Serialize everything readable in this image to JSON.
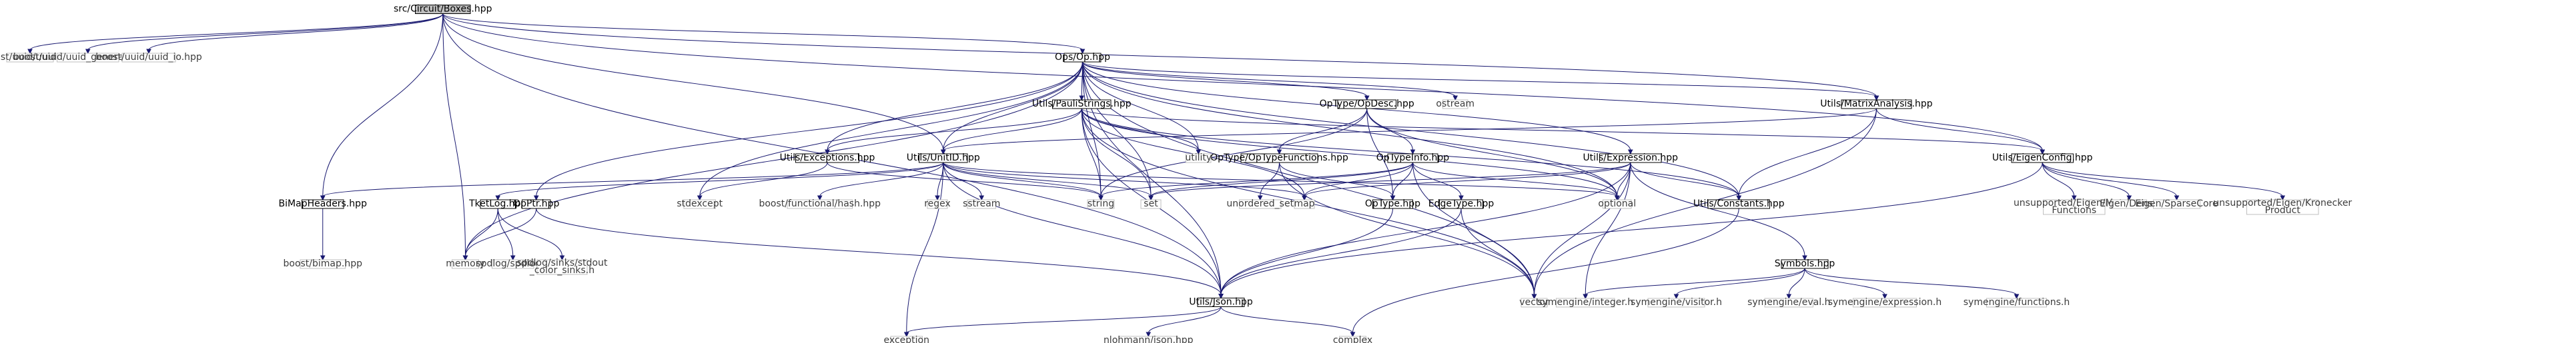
{
  "graph": {
    "colors": {
      "edge": "#191970",
      "root_fill": "#bfbfbf",
      "external_border": "#bfbfbf",
      "internal_border": "#000000"
    },
    "nodes": [
      {
        "id": "boxes",
        "label": [
          "src/Circuit/Boxes.hpp"
        ],
        "kind": "root"
      },
      {
        "id": "uuid",
        "label": [
          "boost/uuid/uuid.hpp"
        ],
        "kind": "external"
      },
      {
        "id": "uuidgen",
        "label": [
          "boost/uuid/uuid_generators.hpp"
        ],
        "kind": "external"
      },
      {
        "id": "uuidio",
        "label": [
          "boost/uuid/uuid_io.hpp"
        ],
        "kind": "external"
      },
      {
        "id": "op",
        "label": [
          "Ops/Op.hpp"
        ],
        "kind": "internal"
      },
      {
        "id": "bimapheaders",
        "label": [
          "BiMapHeaders.hpp"
        ],
        "kind": "internal"
      },
      {
        "id": "memory",
        "label": [
          "memory"
        ],
        "kind": "external"
      },
      {
        "id": "json",
        "label": [
          "Utils/Json.hpp"
        ],
        "kind": "internal"
      },
      {
        "id": "unitid",
        "label": [
          "Utils/UnitID.hpp"
        ],
        "kind": "internal"
      },
      {
        "id": "eigenconfig",
        "label": [
          "Utils/EigenConfig.hpp"
        ],
        "kind": "internal"
      },
      {
        "id": "paulistrings",
        "label": [
          "Utils/PauliStrings.hpp"
        ],
        "kind": "internal"
      },
      {
        "id": "opdesc",
        "label": [
          "OpType/OpDesc.hpp"
        ],
        "kind": "internal"
      },
      {
        "id": "ostream",
        "label": [
          "ostream"
        ],
        "kind": "external"
      },
      {
        "id": "matrixanalysis",
        "label": [
          "Utils/MatrixAnalysis.hpp"
        ],
        "kind": "internal"
      },
      {
        "id": "exceptions",
        "label": [
          "Utils/Exceptions.hpp"
        ],
        "kind": "internal"
      },
      {
        "id": "optypefunctions",
        "label": [
          "OpType/OpTypeFunctions.hpp"
        ],
        "kind": "internal"
      },
      {
        "id": "optypeinfo",
        "label": [
          "OpTypeInfo.hpp"
        ],
        "kind": "internal"
      },
      {
        "id": "expression",
        "label": [
          "Utils/Expression.hpp"
        ],
        "kind": "internal"
      },
      {
        "id": "utility",
        "label": [
          "utility"
        ],
        "kind": "external"
      },
      {
        "id": "tketlog",
        "label": [
          "TketLog.hpp"
        ],
        "kind": "internal"
      },
      {
        "id": "opptr",
        "label": [
          "OpPtr.hpp"
        ],
        "kind": "internal"
      },
      {
        "id": "stdexcept",
        "label": [
          "stdexcept"
        ],
        "kind": "external"
      },
      {
        "id": "boosthash",
        "label": [
          "boost/functional/hash.hpp"
        ],
        "kind": "external"
      },
      {
        "id": "regex",
        "label": [
          "regex"
        ],
        "kind": "external"
      },
      {
        "id": "sstream",
        "label": [
          "sstream"
        ],
        "kind": "external"
      },
      {
        "id": "string",
        "label": [
          "string"
        ],
        "kind": "external"
      },
      {
        "id": "set",
        "label": [
          "set"
        ],
        "kind": "external"
      },
      {
        "id": "map",
        "label": [
          "map"
        ],
        "kind": "external"
      },
      {
        "id": "unordered_set",
        "label": [
          "unordered_set"
        ],
        "kind": "external"
      },
      {
        "id": "optype",
        "label": [
          "OpType.hpp"
        ],
        "kind": "internal"
      },
      {
        "id": "edgetype",
        "label": [
          "EdgeType.hpp"
        ],
        "kind": "internal"
      },
      {
        "id": "optional",
        "label": [
          "optional"
        ],
        "kind": "external"
      },
      {
        "id": "constants",
        "label": [
          "Utils/Constants.hpp"
        ],
        "kind": "internal"
      },
      {
        "id": "symbols",
        "label": [
          "Symbols.hpp"
        ],
        "kind": "internal"
      },
      {
        "id": "vector",
        "label": [
          "vector"
        ],
        "kind": "external"
      },
      {
        "id": "eigenmatrixfunctions",
        "label": [
          "unsupported/Eigen/Matrix",
          "Functions"
        ],
        "kind": "external"
      },
      {
        "id": "eigendense",
        "label": [
          "Eigen/Dense"
        ],
        "kind": "external"
      },
      {
        "id": "eigensparse",
        "label": [
          "Eigen/SparseCore"
        ],
        "kind": "external"
      },
      {
        "id": "eigenkronecker",
        "label": [
          "unsupported/Eigen/Kronecker",
          "Product"
        ],
        "kind": "external"
      },
      {
        "id": "bimap",
        "label": [
          "boost/bimap.hpp"
        ],
        "kind": "external"
      },
      {
        "id": "spdlog",
        "label": [
          "spdlog/spdlog.h"
        ],
        "kind": "external"
      },
      {
        "id": "spdlogsinks",
        "label": [
          "spdlog/sinks/stdout",
          "_color_sinks.h"
        ],
        "kind": "external"
      },
      {
        "id": "symintegerh",
        "label": [
          "symengine/integer.h"
        ],
        "kind": "external"
      },
      {
        "id": "symvisitor",
        "label": [
          "symengine/visitor.h"
        ],
        "kind": "external"
      },
      {
        "id": "symeval",
        "label": [
          "symengine/eval.h"
        ],
        "kind": "external"
      },
      {
        "id": "symexpression",
        "label": [
          "symengine/expression.h"
        ],
        "kind": "external"
      },
      {
        "id": "symfunctions",
        "label": [
          "symengine/functions.h"
        ],
        "kind": "external"
      },
      {
        "id": "exception",
        "label": [
          "exception"
        ],
        "kind": "external"
      },
      {
        "id": "nlohmann",
        "label": [
          "nlohmann/json.hpp"
        ],
        "kind": "external"
      },
      {
        "id": "complex",
        "label": [
          "complex"
        ],
        "kind": "external"
      }
    ],
    "edges": [
      [
        "boxes",
        "uuid"
      ],
      [
        "boxes",
        "uuidgen"
      ],
      [
        "boxes",
        "uuidio"
      ],
      [
        "boxes",
        "op"
      ],
      [
        "boxes",
        "bimapheaders"
      ],
      [
        "boxes",
        "memory"
      ],
      [
        "boxes",
        "json"
      ],
      [
        "boxes",
        "unitid"
      ],
      [
        "boxes",
        "eigenconfig"
      ],
      [
        "boxes",
        "matrixanalysis"
      ],
      [
        "op",
        "paulistrings"
      ],
      [
        "op",
        "opdesc"
      ],
      [
        "op",
        "ostream"
      ],
      [
        "op",
        "matrixanalysis"
      ],
      [
        "op",
        "exceptions"
      ],
      [
        "op",
        "unitid"
      ],
      [
        "op",
        "expression"
      ],
      [
        "op",
        "utility"
      ],
      [
        "op",
        "memory"
      ],
      [
        "op",
        "opptr"
      ],
      [
        "op",
        "json"
      ],
      [
        "op",
        "stdexcept"
      ],
      [
        "op",
        "string"
      ],
      [
        "op",
        "set"
      ],
      [
        "op",
        "optional"
      ],
      [
        "op",
        "vector"
      ],
      [
        "op",
        "constants"
      ],
      [
        "paulistrings",
        "exceptions"
      ],
      [
        "paulistrings",
        "unitid"
      ],
      [
        "paulistrings",
        "string"
      ],
      [
        "paulistrings",
        "set"
      ],
      [
        "paulistrings",
        "map"
      ],
      [
        "paulistrings",
        "utility"
      ],
      [
        "paulistrings",
        "optional"
      ],
      [
        "paulistrings",
        "vector"
      ],
      [
        "paulistrings",
        "constants"
      ],
      [
        "paulistrings",
        "eigenconfig"
      ],
      [
        "paulistrings",
        "json"
      ],
      [
        "opdesc",
        "optypefunctions"
      ],
      [
        "opdesc",
        "optypeinfo"
      ],
      [
        "opdesc",
        "optype"
      ],
      [
        "opdesc",
        "string"
      ],
      [
        "opdesc",
        "optional"
      ],
      [
        "matrixanalysis",
        "eigenconfig"
      ],
      [
        "matrixanalysis",
        "constants"
      ],
      [
        "matrixanalysis",
        "unitid"
      ],
      [
        "matrixanalysis",
        "vector"
      ],
      [
        "exceptions",
        "stdexcept"
      ],
      [
        "exceptions",
        "string"
      ],
      [
        "unitid",
        "bimapheaders"
      ],
      [
        "unitid",
        "tketlog"
      ],
      [
        "unitid",
        "boosthash"
      ],
      [
        "unitid",
        "regex"
      ],
      [
        "unitid",
        "sstream"
      ],
      [
        "unitid",
        "string"
      ],
      [
        "unitid",
        "map"
      ],
      [
        "unitid",
        "set"
      ],
      [
        "unitid",
        "json"
      ],
      [
        "unitid",
        "optional"
      ],
      [
        "unitid",
        "exception"
      ],
      [
        "optypefunctions",
        "unordered_set"
      ],
      [
        "optypefunctions",
        "optype"
      ],
      [
        "optypefunctions",
        "vector"
      ],
      [
        "optypeinfo",
        "map"
      ],
      [
        "optypeinfo",
        "set"
      ],
      [
        "optypeinfo",
        "string"
      ],
      [
        "optypeinfo",
        "optype"
      ],
      [
        "optypeinfo",
        "edgetype"
      ],
      [
        "optypeinfo",
        "optional"
      ],
      [
        "optypeinfo",
        "vector"
      ],
      [
        "expression",
        "constants"
      ],
      [
        "expression",
        "symbols"
      ],
      [
        "expression",
        "map"
      ],
      [
        "expression",
        "set"
      ],
      [
        "expression",
        "optional"
      ],
      [
        "expression",
        "json"
      ],
      [
        "expression",
        "symintegerh"
      ],
      [
        "expression",
        "vector"
      ],
      [
        "eigenconfig",
        "eigenmatrixfunctions"
      ],
      [
        "eigenconfig",
        "eigendense"
      ],
      [
        "eigenconfig",
        "eigensparse"
      ],
      [
        "eigenconfig",
        "eigenkronecker"
      ],
      [
        "eigenconfig",
        "json"
      ],
      [
        "bimapheaders",
        "bimap"
      ],
      [
        "tketlog",
        "memory"
      ],
      [
        "tketlog",
        "spdlog"
      ],
      [
        "tketlog",
        "spdlogsinks"
      ],
      [
        "opptr",
        "memory"
      ],
      [
        "opptr",
        "json"
      ],
      [
        "optype",
        "json"
      ],
      [
        "edgetype",
        "json"
      ],
      [
        "edgetype",
        "vector"
      ],
      [
        "constants",
        "complex"
      ],
      [
        "symbols",
        "symintegerh"
      ],
      [
        "symbols",
        "symvisitor"
      ],
      [
        "symbols",
        "symeval"
      ],
      [
        "symbols",
        "symexpression"
      ],
      [
        "symbols",
        "symfunctions"
      ],
      [
        "json",
        "exception"
      ],
      [
        "json",
        "nlohmann"
      ],
      [
        "json",
        "complex"
      ]
    ]
  }
}
